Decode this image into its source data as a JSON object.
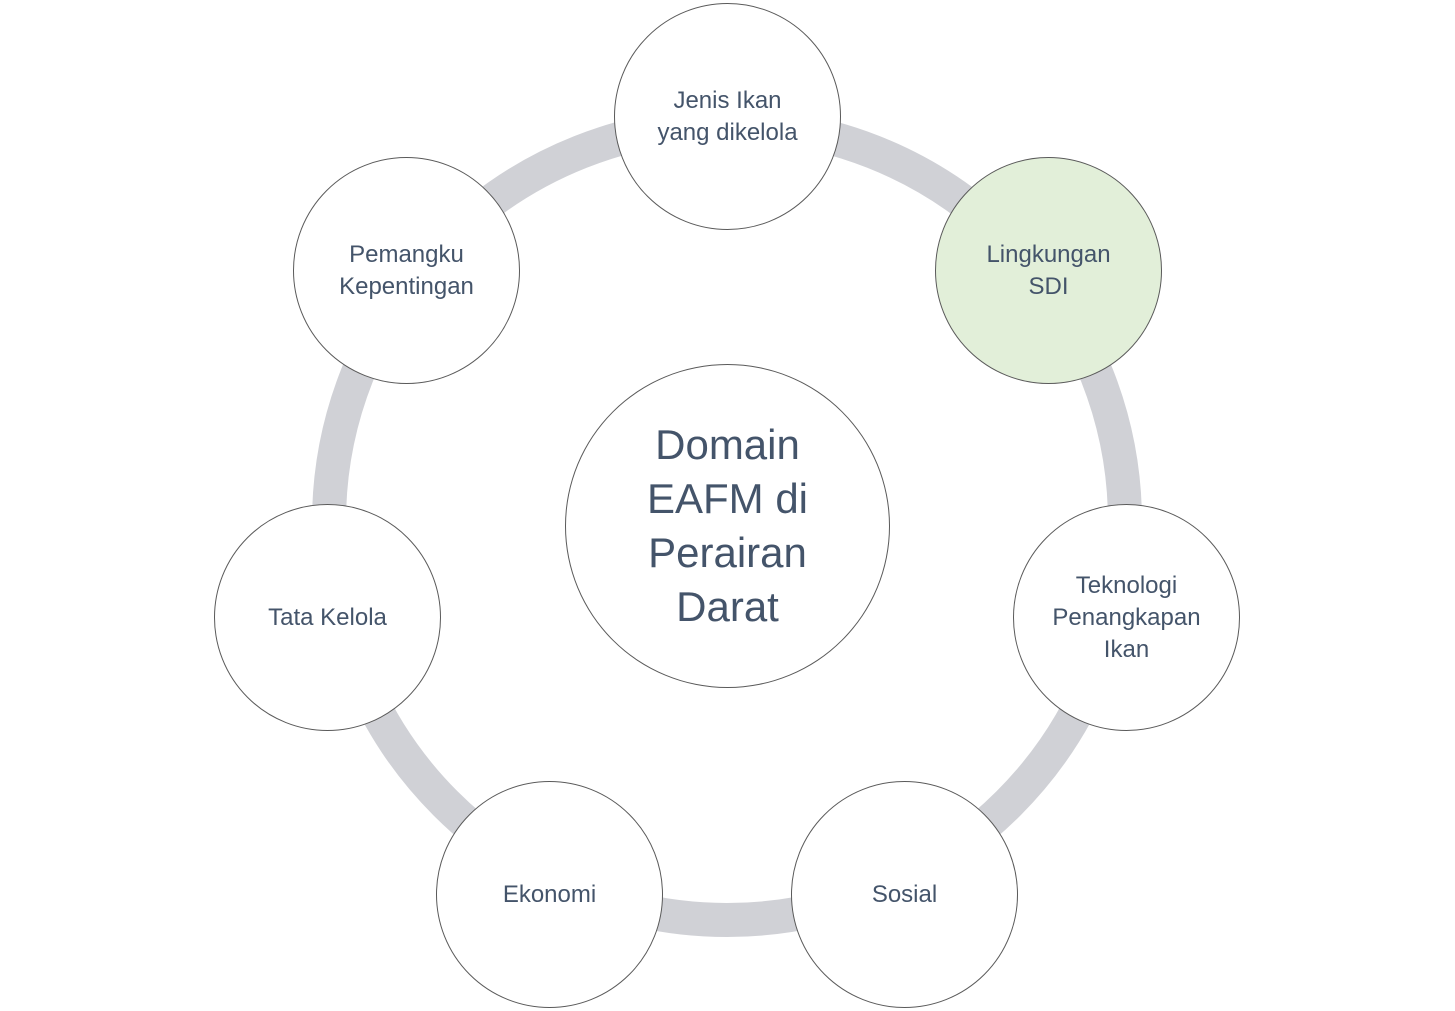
{
  "diagram": {
    "ring_color": "#d0d1d6",
    "node_border_color": "#5a5a5a",
    "text_color": "#44546a",
    "center": {
      "label": "Domain\nEAFM di\nPerairan\nDarat",
      "fill": "#ffffff"
    },
    "nodes": [
      {
        "label": "Jenis Ikan\nyang dikelola",
        "fill": "#ffffff"
      },
      {
        "label": "Lingkungan\nSDI",
        "fill": "#e2efd9"
      },
      {
        "label": "Teknologi\nPenangkapan\nIkan",
        "fill": "#ffffff"
      },
      {
        "label": "Sosial",
        "fill": "#ffffff"
      },
      {
        "label": "Ekonomi",
        "fill": "#ffffff"
      },
      {
        "label": "Tata Kelola",
        "fill": "#ffffff"
      },
      {
        "label": "Pemangku\nKepentingan",
        "fill": "#ffffff"
      }
    ]
  }
}
